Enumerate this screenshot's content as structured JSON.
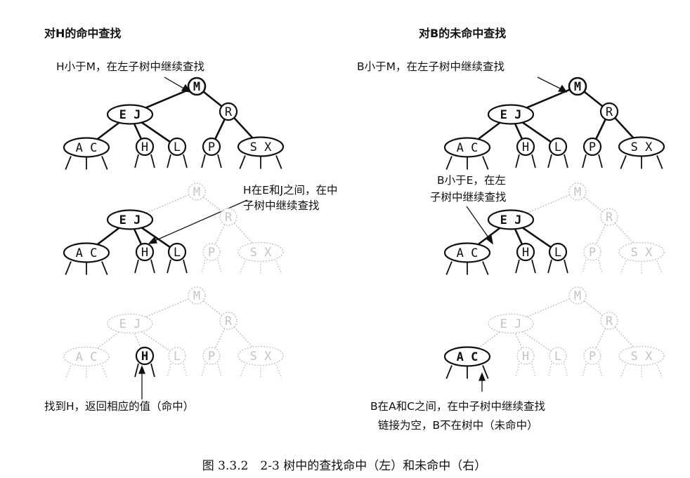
{
  "left_title": "对H的命中查找",
  "right_title": "对B的未命中查找",
  "tree": {
    "root": "M",
    "second_level": [
      "E J",
      "R"
    ],
    "leaves": [
      "A C",
      "H",
      "L",
      "P",
      "S X"
    ]
  },
  "notes": {
    "left_step1": "H小于M，在左子树中继续查找",
    "left_step2_line1": "H在E和J之间，在中",
    "left_step2_line2": "子树中继续查找",
    "left_step3": "找到H，返回相应的值（命中）",
    "right_step1": "B小于M，在左子树中继续查找",
    "right_step2_line1": "B小于E，在左",
    "right_step2_line2": "子树中继续查找",
    "right_step3_line1": "B在A和C之间，在中子树中继续查找",
    "right_step3_line2": "链接为空，B不在树中（未命中）"
  },
  "caption": "图 3.3.2　2-3 树中的查找命中（左）和未命中（右）",
  "colors": {
    "ink": "#111111",
    "faded": "#c4c4c4",
    "background": "#ffffff"
  }
}
